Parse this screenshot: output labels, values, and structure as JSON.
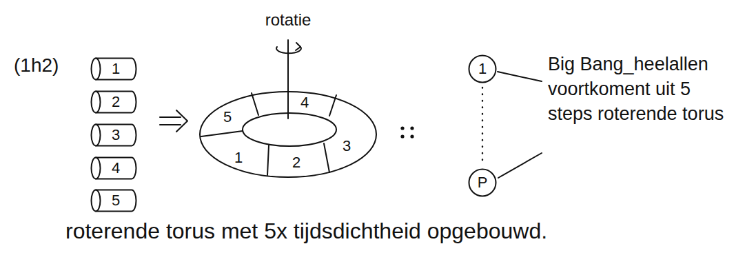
{
  "diagram": {
    "caption": "roterende torus met 5x tijdsdichtheid opgebouwd.",
    "nodes": [
      {
        "text": [
          "1"
        ]
      },
      {
        "text": [
          "2"
        ]
      },
      {
        "text": [
          "3"
        ]
      },
      {
        "text": [
          "4"
        ]
      },
      {
        "text": [
          "5"
        ]
      },
      {
        "text": [
          "1"
        ]
      },
      {
        "text": [
          "P"
        ]
      }
    ],
    "edges": [
      {
        "from": 5,
        "to": 6,
        "arrow": "none"
      }
    ],
    "labels": [
      "(1h2)",
      "rotatie",
      "5",
      "4",
      "1",
      "2",
      "3",
      "Big Bang_heelallen voortkoment uit 5 steps roterende torus"
    ]
  }
}
